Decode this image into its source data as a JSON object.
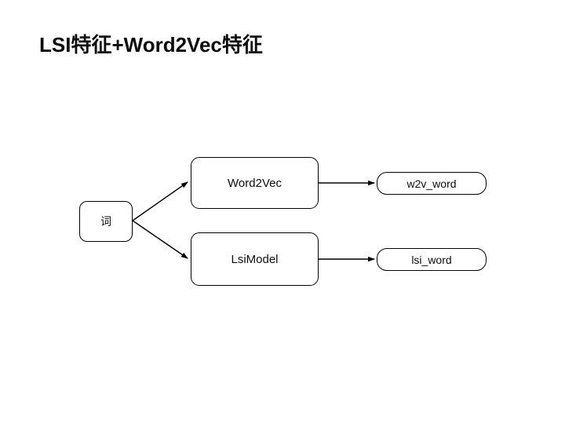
{
  "slide": {
    "title": "LSI特征+Word2Vec特征",
    "background_color": "#ffffff",
    "text_color": "#0d0d0d",
    "stroke_color": "#000000"
  },
  "diagram": {
    "type": "flowchart",
    "nodes": [
      {
        "id": "word",
        "label": "词",
        "shape": "rounded-rect"
      },
      {
        "id": "word2vec",
        "label": "Word2Vec",
        "shape": "rounded-rect"
      },
      {
        "id": "lsimodel",
        "label": "LsiModel",
        "shape": "rounded-rect"
      },
      {
        "id": "w2v_word",
        "label": "w2v_word",
        "shape": "pill"
      },
      {
        "id": "lsi_word",
        "label": "lsi_word",
        "shape": "pill"
      }
    ],
    "edges": [
      {
        "from": "word",
        "to": "word2vec",
        "style": "arrow"
      },
      {
        "from": "word",
        "to": "lsimodel",
        "style": "arrow"
      },
      {
        "from": "word2vec",
        "to": "w2v_word",
        "style": "arrow"
      },
      {
        "from": "lsimodel",
        "to": "lsi_word",
        "style": "arrow"
      }
    ]
  }
}
